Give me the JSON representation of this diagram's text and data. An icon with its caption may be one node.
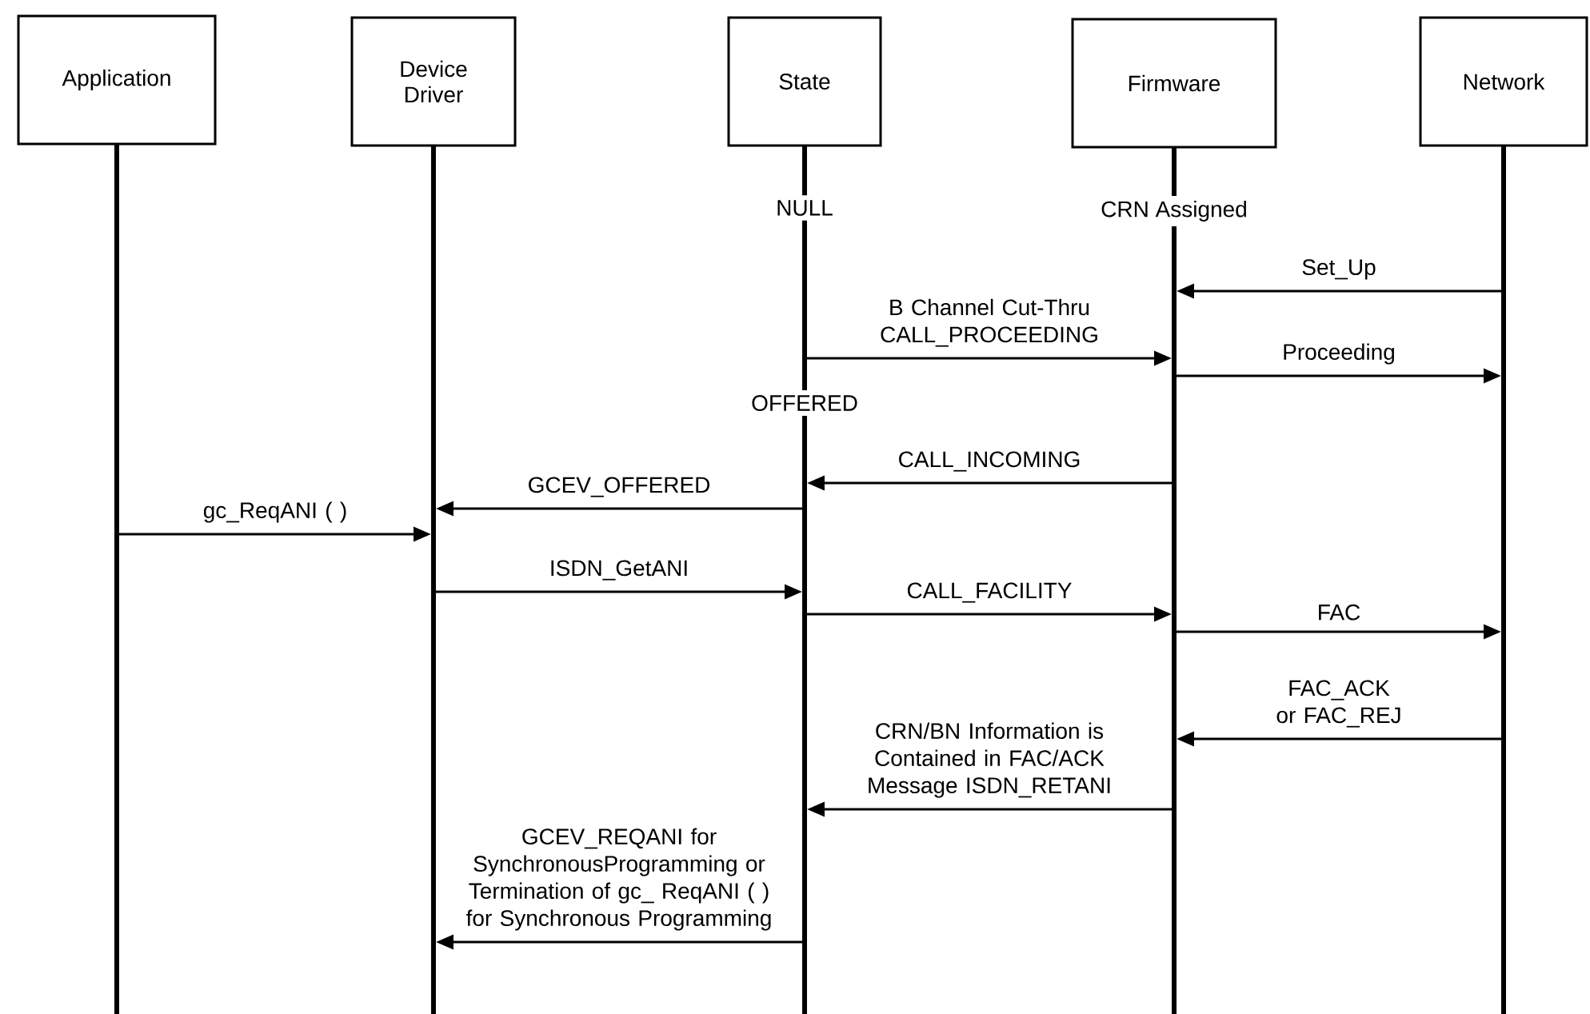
{
  "diagram": {
    "nodes": [
      {
        "text": [
          "Application"
        ]
      },
      {
        "text": [
          "Device Driver"
        ]
      },
      {
        "text": [
          "State"
        ]
      },
      {
        "text": [
          "Firmware"
        ]
      },
      {
        "text": [
          "Network"
        ]
      }
    ],
    "edges": [
      {
        "from": 4,
        "to": 3,
        "arrow": "to",
        "label": "Set_Up"
      },
      {
        "from": 2,
        "to": 3,
        "arrow": "to",
        "label": "B Channel Cut-Thru CALL_PROCEEDING"
      },
      {
        "from": 3,
        "to": 4,
        "arrow": "to",
        "label": "Proceeding"
      },
      {
        "from": 3,
        "to": 2,
        "arrow": "to",
        "label": "CALL_INCOMING"
      },
      {
        "from": 2,
        "to": 1,
        "arrow": "to",
        "label": "GCEV_OFFERED"
      },
      {
        "from": 0,
        "to": 1,
        "arrow": "to",
        "label": "gc_ReqANI ( )"
      },
      {
        "from": 1,
        "to": 2,
        "arrow": "to",
        "label": "ISDN_GetANI"
      },
      {
        "from": 2,
        "to": 3,
        "arrow": "to",
        "label": "CALL_FACILITY"
      },
      {
        "from": 3,
        "to": 4,
        "arrow": "to",
        "label": "FAC"
      },
      {
        "from": 4,
        "to": 3,
        "arrow": "to",
        "label": "FAC_ACK or FAC_REJ"
      },
      {
        "from": 3,
        "to": 2,
        "arrow": "to",
        "label": "CRN/BN Information is Contained in FAC/ACK Message ISDN_RETANI"
      },
      {
        "from": 2,
        "to": 1,
        "arrow": "to",
        "label": "GCEV_REQANI for SynchronousProgramming or Termination of gc_ ReqANI ( ) for Synchronous Programming"
      }
    ],
    "labels": [
      "NULL",
      "CRN Assigned",
      "OFFERED"
    ]
  }
}
